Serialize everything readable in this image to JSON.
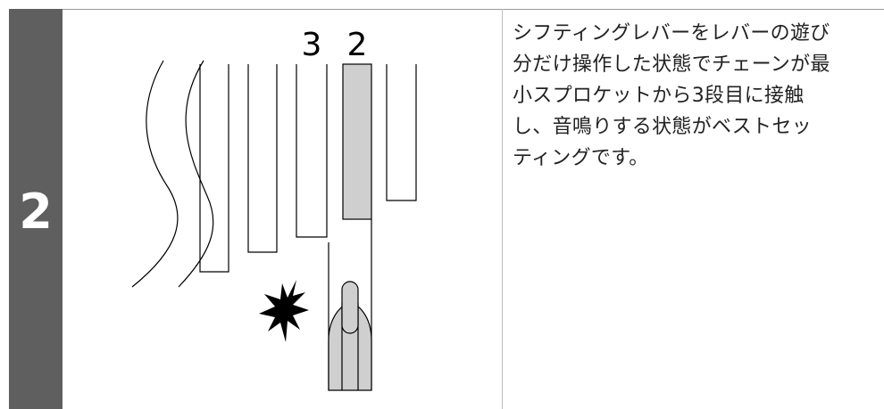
{
  "step": {
    "number": "2"
  },
  "illustration": {
    "label_sprocket_3": "3",
    "label_sprocket_2": "2"
  },
  "description": {
    "lines": [
      "シフティングレバーをレバーの遊び",
      "分だけ操作した状態でチェーンが最",
      "小スプロケットから3段目に接触",
      "し、音鳴りする状態がベストセッ",
      "ティングです。"
    ]
  },
  "colors": {
    "step_bar": "#5f5f5f",
    "highlight_fill": "#cfcfcf",
    "line": "#000000"
  }
}
